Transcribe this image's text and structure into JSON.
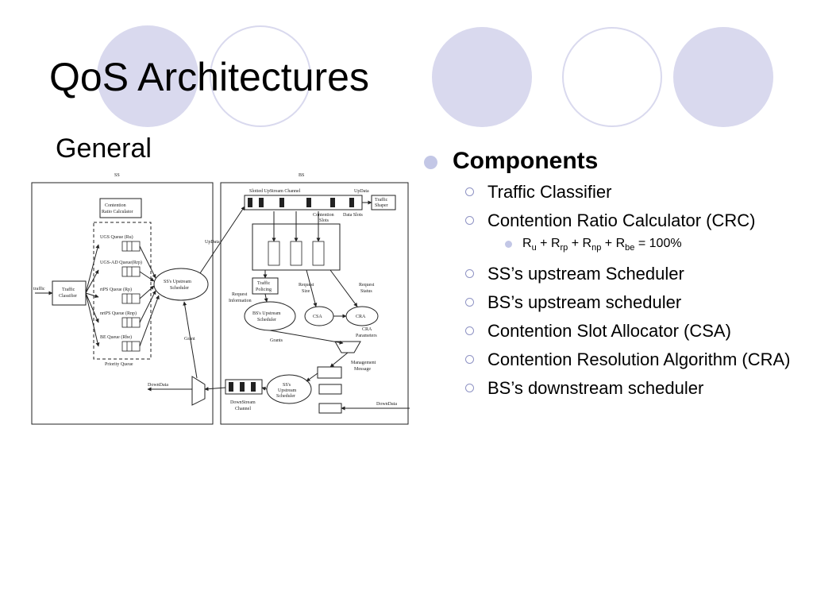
{
  "slide": {
    "title": "QoS Architectures",
    "subtitle": "General"
  },
  "components": {
    "heading": "Components",
    "items": [
      "Traffic Classifier",
      "Contention Ratio Calculator (CRC)",
      "SS’s upstream Scheduler",
      "BS’s upstream scheduler",
      "Contention Slot Allocator (CSA)",
      "Contention Resolution Algorithm (CRA)",
      "BS’s downstream scheduler"
    ],
    "formula": {
      "r": "R",
      "u": "u",
      "rp": "rp",
      "np": "np",
      "be": "be",
      "plus": "+",
      "equals": "= 100%"
    }
  },
  "diagram": {
    "ss": "SS",
    "bs": "BS",
    "contention_ratio_1": "Contention",
    "contention_ratio_2": "Ratio Calculator",
    "ugs": "UGS Queue (Ru)",
    "ugs_ad": "UGS-AD Queue(Rrp)",
    "rtps": "rtPS Queue (Rp)",
    "nrtps": "nrtPS Queue (Rnp)",
    "be": "BE Queue (Rbe)",
    "priority_queue": "Priority Queue",
    "traffic_in": "traffic",
    "traffic_classifier_1": "Traffic",
    "traffic_classifier_2": "Classifier",
    "ss_sched_1": "SS's Upstream",
    "ss_sched_2": "Scheduler",
    "updata": "UpData",
    "slotted_channel": "Slotted UpStream Channel",
    "updata2": "UpData",
    "traffic_shaper_1": "Traffic",
    "traffic_shaper_2": "Shaper",
    "contention_slots_1": "Contention",
    "contention_slots_2": "Slots",
    "data_slots": "Data Slots",
    "traffic_policing_1": "Traffic",
    "traffic_policing_2": "Policing",
    "request_info_1": "Request",
    "request_info_2": "Information",
    "request_size_1": "Request",
    "request_size_2": "Size",
    "request_status_1": "Request",
    "request_status_2": "Status",
    "bs_sched_1": "BS's Upstream",
    "bs_sched_2": "Scheduler",
    "csa": "CSA",
    "cra": "CRA",
    "cra_params_1": "CRA",
    "cra_params_2": "Parameters",
    "grants": "Grants",
    "grant": "Grant",
    "mgmt_1": "Management",
    "mgmt_2": "Message",
    "downdata": "DownData",
    "downdata2": "DownData",
    "ss_sched_dn_1": "SS's",
    "ss_sched_dn_2": "Upstream",
    "ss_sched_dn_3": "Scheduler",
    "downstream_1": "DownStream",
    "downstream_2": "Channel"
  }
}
